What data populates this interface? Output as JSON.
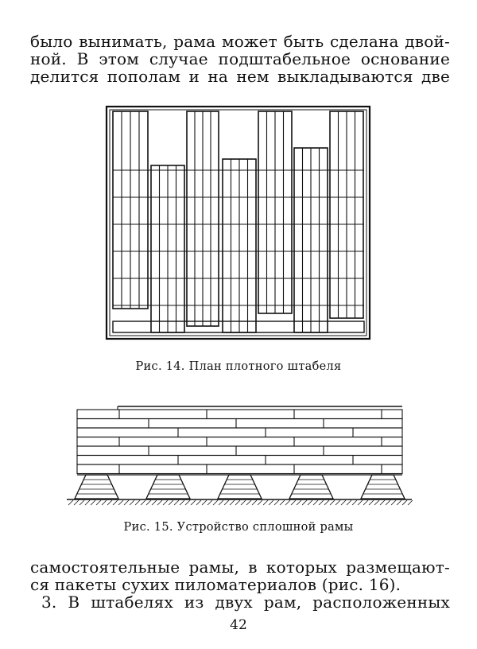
{
  "text_top": {
    "lines": [
      "было вынимать, рама может быть сделана двой-",
      "ной. В этом случае подштабельное основание",
      "делится пополам и на нем выкладываются две"
    ]
  },
  "figure_14": {
    "caption": "Рис. 14. План плотного штабеля"
  },
  "figure_15": {
    "caption": "Рис. 15. Устройство сплошной рамы"
  },
  "text_bottom": {
    "lines": [
      "самостоятельные рамы, в которых размещают-",
      "ся пакеты сухих пиломатериалов (рис. 16).",
      "3. В штабелях из двух рам, расположенных"
    ]
  },
  "page_number": "42"
}
